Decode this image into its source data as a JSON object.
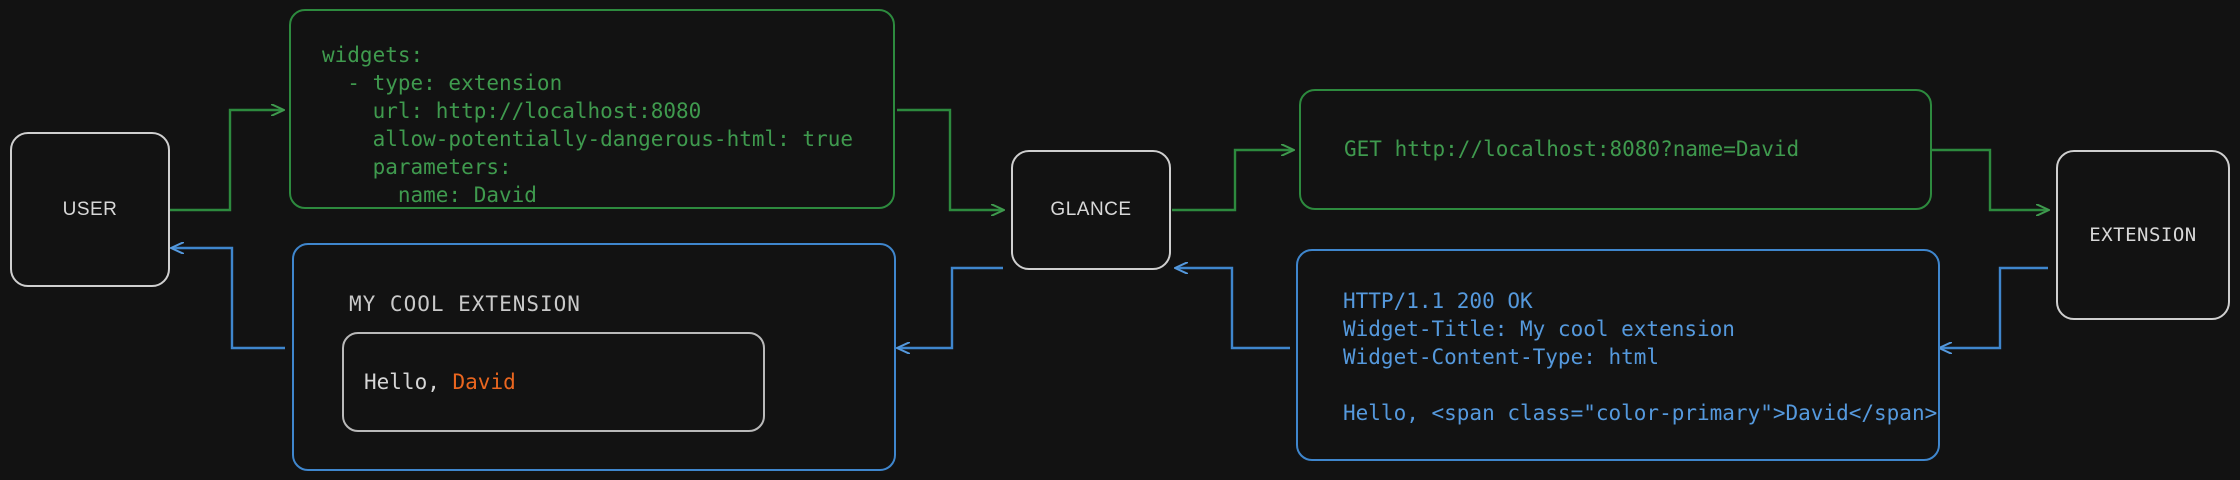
{
  "theme": {
    "background": "#121212",
    "node_border": "#cfcfcf",
    "request_color": "#3f9a4e",
    "request_border": "#2d8a3e",
    "response_color": "#5599dd",
    "response_border": "#3f86cd",
    "accent_color": "#ea661f",
    "text_color": "#d6d6d6"
  },
  "nodes": [
    {
      "id": "user",
      "label": "USER"
    },
    {
      "id": "glance",
      "label": "GLANCE"
    },
    {
      "id": "extension",
      "label": "EXTENSION"
    }
  ],
  "cards": {
    "config": {
      "name": "yaml-config",
      "lines": [
        "widgets:",
        "  - type: extension",
        "    url: http://localhost:8080",
        "    allow-potentially-dangerous-html: true",
        "    parameters:",
        "      name: David"
      ]
    },
    "request": {
      "name": "http-request",
      "lines": [
        "GET http://localhost:8080?name=David"
      ]
    },
    "response": {
      "name": "http-response",
      "lines": [
        "HTTP/1.1 200 OK",
        "Widget-Title: My cool extension",
        "Widget-Content-Type: html",
        "",
        "Hello, <span class=\"color-primary\">David</span>"
      ]
    },
    "widget": {
      "name": "rendered-widget",
      "title": "MY COOL EXTENSION",
      "body_prefix": "Hello, ",
      "body_accent": "David"
    }
  },
  "connectors": [
    {
      "name": "user-to-config",
      "kind": "request"
    },
    {
      "name": "config-to-glance",
      "kind": "request"
    },
    {
      "name": "glance-to-request",
      "kind": "request"
    },
    {
      "name": "request-to-extension",
      "kind": "request"
    },
    {
      "name": "extension-to-response",
      "kind": "response"
    },
    {
      "name": "response-to-glance",
      "kind": "response"
    },
    {
      "name": "glance-to-widget",
      "kind": "response"
    },
    {
      "name": "widget-to-user",
      "kind": "response"
    }
  ]
}
